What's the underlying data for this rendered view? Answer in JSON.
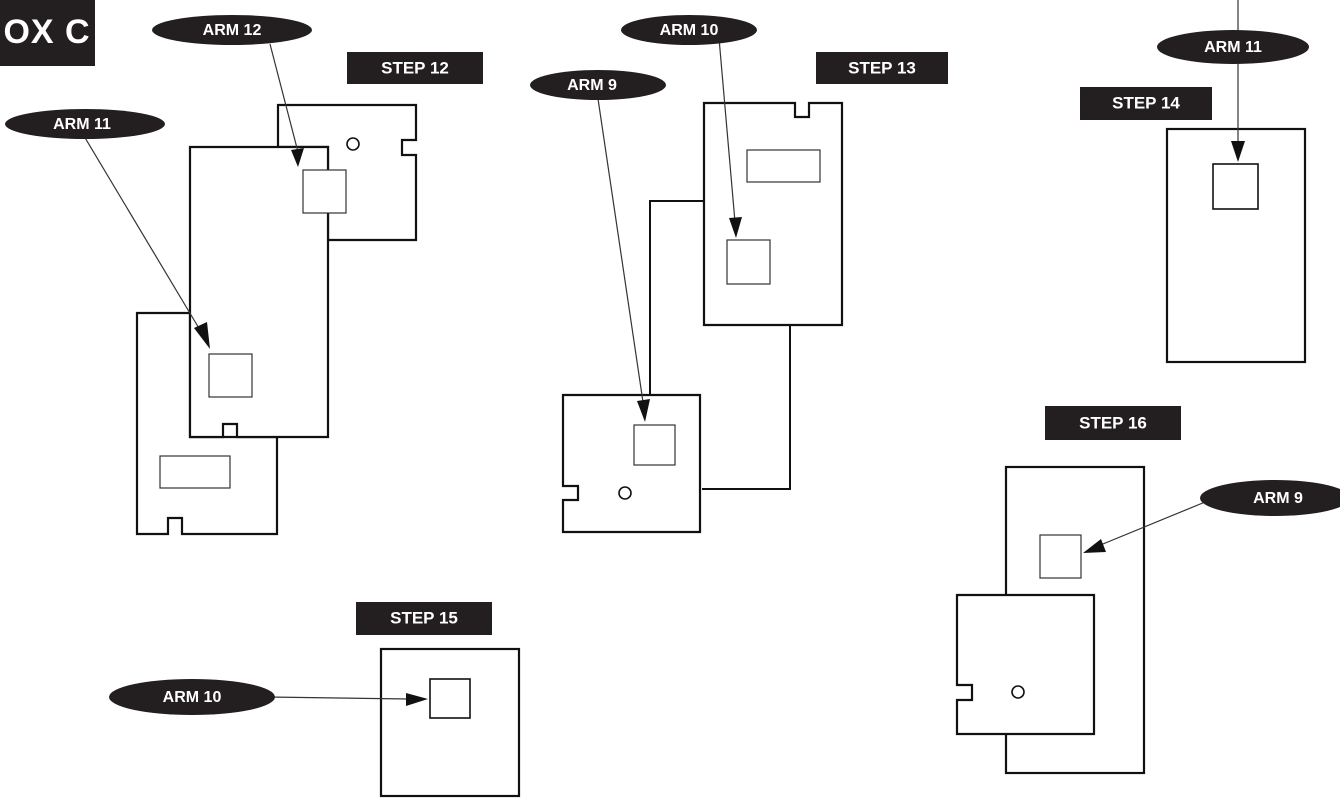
{
  "header": {
    "box_title": "OX C"
  },
  "steps": {
    "step12": "STEP 12",
    "step13": "STEP 13",
    "step14": "STEP 14",
    "step15": "STEP 15",
    "step16": "STEP 16"
  },
  "arms": {
    "s12_arm12": "ARM 12",
    "s12_arm11": "ARM 11",
    "s13_arm10": "ARM 10",
    "s13_arm9": "ARM 9",
    "s14_arm11": "ARM 11",
    "s15_arm10": "ARM 10",
    "s16_arm9": "ARM 9"
  },
  "colors": {
    "label_background": "#231f20",
    "label_text": "#ffffff",
    "line": "#111111",
    "background": "#ffffff"
  }
}
